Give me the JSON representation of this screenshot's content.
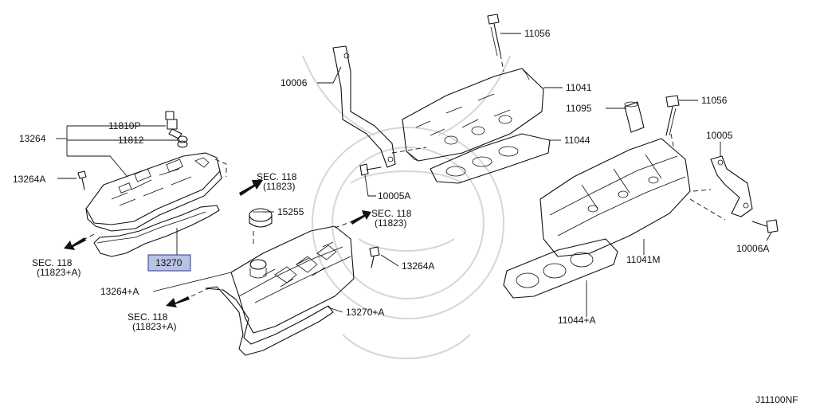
{
  "diagram_code": "J11100NF",
  "highlight_color": "#b9c2e3",
  "parts": {
    "p11810p": "11810P",
    "p11812": "11812",
    "p13264": "13264",
    "p13264a_left": "13264A",
    "p13264a_right": "13264A",
    "p13264_a": "13264+A",
    "p13270": "13270",
    "p13270_a": "13270+A",
    "p15255": "15255",
    "p10006": "10006",
    "p10006a": "10006A",
    "p10005": "10005",
    "p10005a": "10005A",
    "p11056_top": "11056",
    "p11056_right": "11056",
    "p11041": "11041",
    "p11041m": "11041M",
    "p11095": "11095",
    "p11044": "11044",
    "p11044_a": "11044+A"
  },
  "sections": {
    "s1_title": "SEC. 118",
    "s1_sub": "(11823)",
    "s2_title": "SEC. 118",
    "s2_sub": "(11823+A)",
    "s3_title": "SEC. 118",
    "s3_sub": "(11823)",
    "s4_title": "SEC. 118",
    "s4_sub": "(11823+A)"
  }
}
